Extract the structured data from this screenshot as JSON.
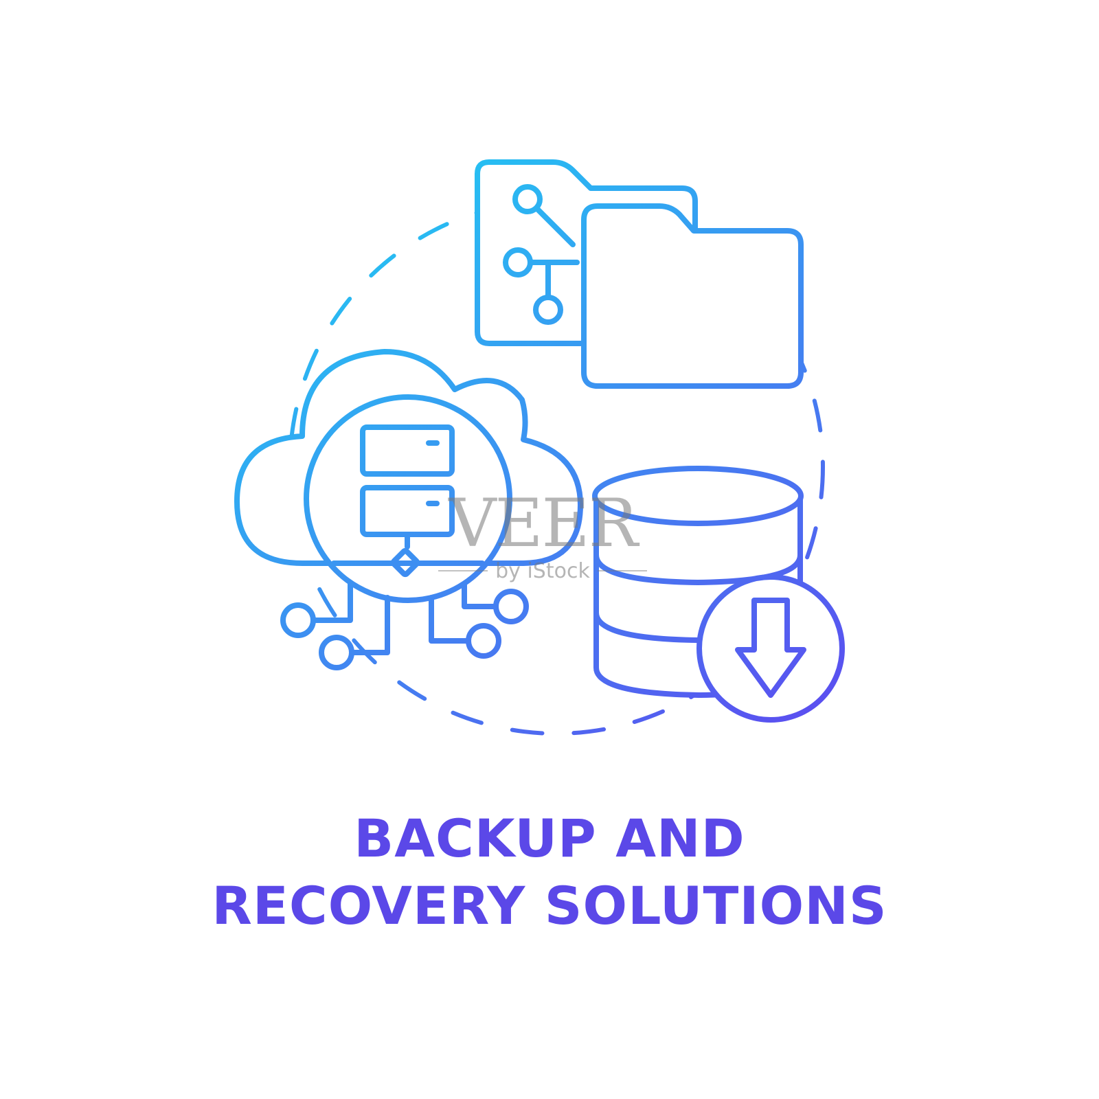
{
  "title": {
    "line1": "BACKUP AND",
    "line2": "RECOVERY SOLUTIONS"
  },
  "watermark": {
    "brand": "VEER",
    "sub": "by iStock"
  },
  "colors": {
    "gradient_start": "#22c8f2",
    "gradient_end": "#5b4ef0",
    "title": "#5b48e8"
  },
  "icons": [
    "folder-icon",
    "cloud-icon",
    "server-icon",
    "database-icon",
    "download-arrow-icon",
    "network-nodes-icon"
  ]
}
